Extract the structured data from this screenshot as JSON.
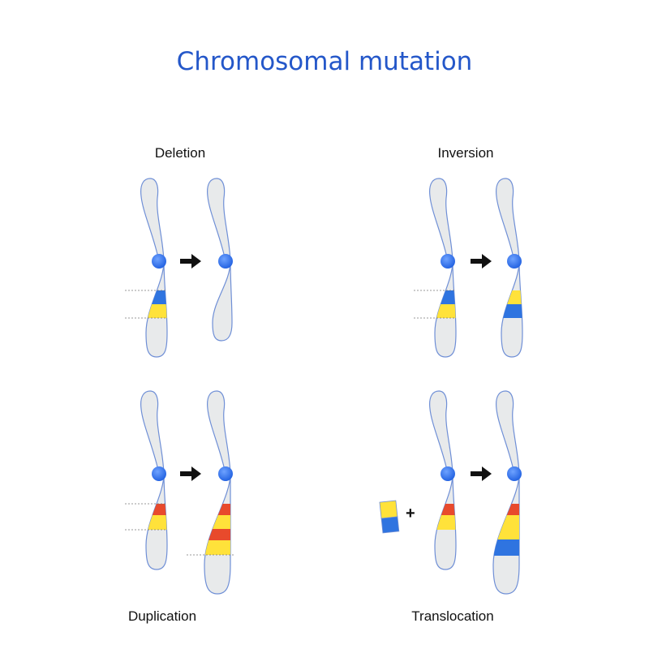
{
  "title": "Chromosomal mutation",
  "panels": {
    "deletion": "Deletion",
    "inversion": "Inversion",
    "duplication": "Duplication",
    "translocation": "Translocation"
  },
  "plus_sign": "+",
  "colors": {
    "chromosome_fill": "#e8eaeb",
    "chromosome_outline": "#6f8fd6",
    "centromere": "#1f63e6",
    "band_blue": "#2f74e0",
    "band_yellow": "#ffe23a",
    "band_red": "#e84a2c",
    "arrow": "#111111",
    "title": "#2457c9"
  }
}
